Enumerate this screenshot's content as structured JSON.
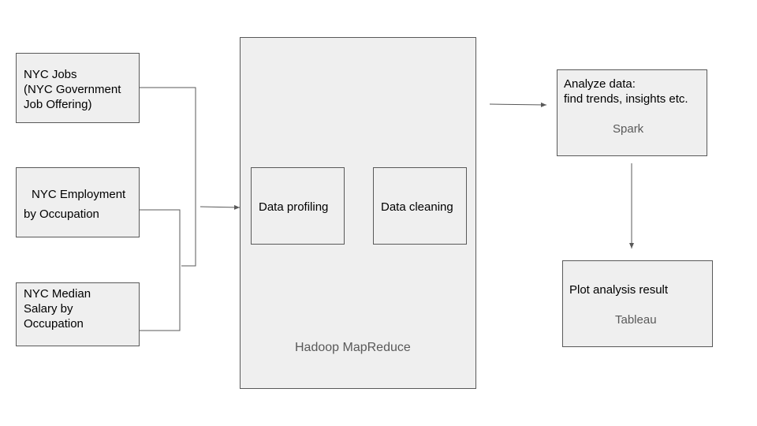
{
  "sources": {
    "jobs": {
      "line1": "NYC Jobs",
      "line2": "(NYC Government",
      "line3": "Job Offering)"
    },
    "employment": {
      "line1": "NYC Employment",
      "line2": "by Occupation"
    },
    "salary": {
      "line1": "NYC Median",
      "line2": "Salary by",
      "line3": "Occupation"
    }
  },
  "hadoop": {
    "label": "Hadoop MapReduce",
    "profiling": "Data profiling",
    "cleaning": "Data cleaning"
  },
  "spark": {
    "line1": "Analyze data:",
    "line2": "find trends, insights etc.",
    "tool": "Spark"
  },
  "tableau": {
    "line1": "Plot analysis result",
    "tool": "Tableau"
  },
  "colors": {
    "box_fill": "#efefef",
    "box_border": "#595959",
    "connector": "#595959",
    "tool_text": "#595959"
  }
}
